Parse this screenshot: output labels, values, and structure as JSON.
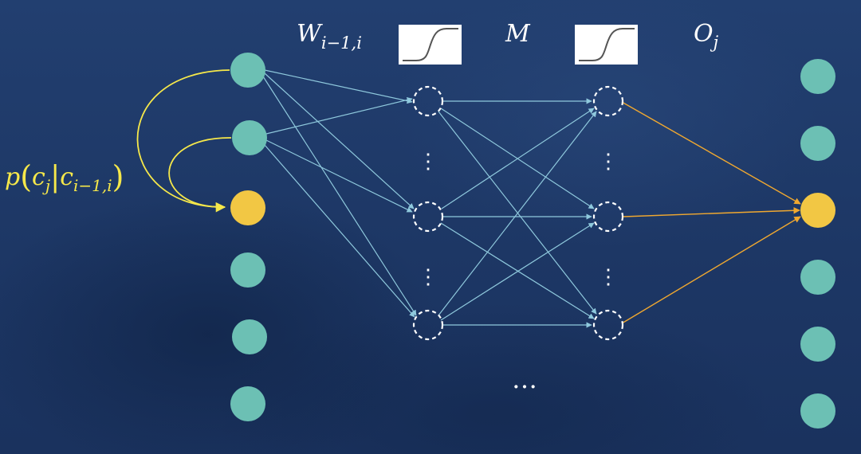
{
  "labels": {
    "weights": "W",
    "weights_subscript": "i−1,i",
    "middle": "M",
    "output": "O",
    "output_subscript": "j",
    "prob_p": "p",
    "prob_open": "(",
    "prob_c1": "c",
    "prob_c1_sub": "j",
    "prob_bar": "|",
    "prob_c2": "c",
    "prob_c2_sub": "i−1,i",
    "prob_close": ")",
    "ellipsis": "…",
    "vdots": "⋮"
  },
  "colors": {
    "node": "#6cc0b4",
    "highlight": "#f2c744",
    "edge": "#8fc9dd",
    "output_edge": "#f0a830",
    "text": "#ffffff",
    "prob_text": "#f6e84a"
  }
}
